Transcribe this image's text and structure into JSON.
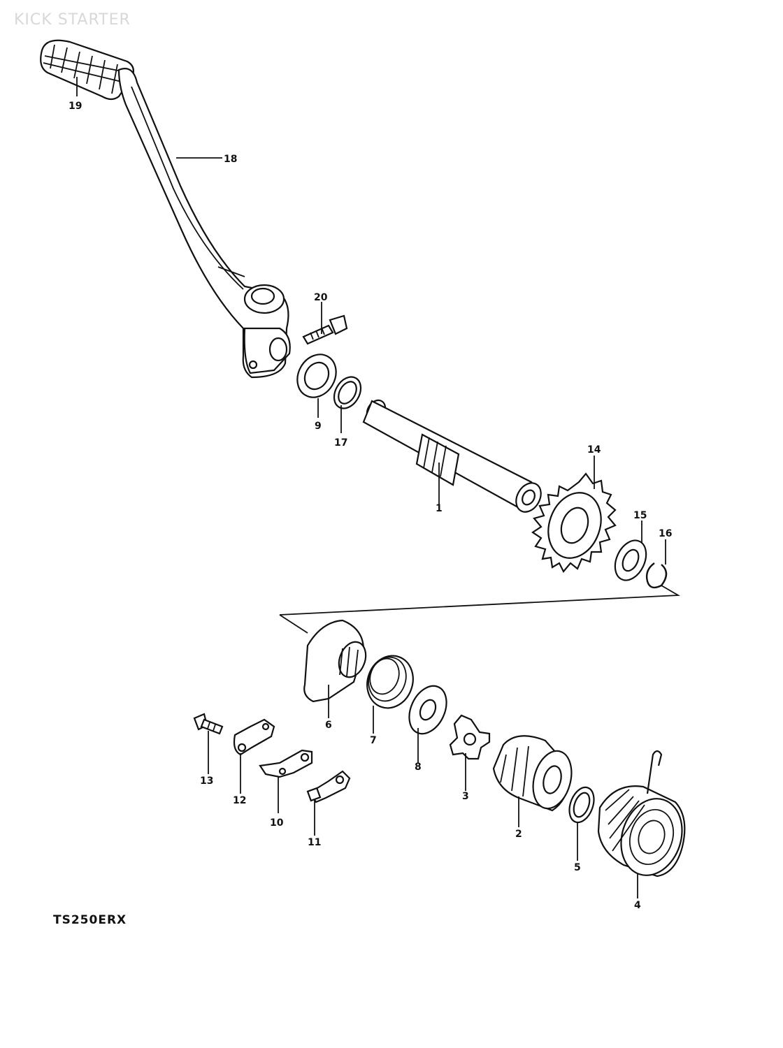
{
  "header": {
    "watermark": "KICK STARTER"
  },
  "footer": {
    "model_code": "TS250ERX"
  },
  "parts": [
    {
      "id": "19",
      "label": "19"
    },
    {
      "id": "18",
      "label": "18"
    },
    {
      "id": "20",
      "label": "20"
    },
    {
      "id": "9",
      "label": "9"
    },
    {
      "id": "17",
      "label": "17"
    },
    {
      "id": "1",
      "label": "1"
    },
    {
      "id": "14",
      "label": "14"
    },
    {
      "id": "15",
      "label": "15"
    },
    {
      "id": "16",
      "label": "16"
    },
    {
      "id": "6",
      "label": "6"
    },
    {
      "id": "7",
      "label": "7"
    },
    {
      "id": "8",
      "label": "8"
    },
    {
      "id": "3",
      "label": "3"
    },
    {
      "id": "2",
      "label": "2"
    },
    {
      "id": "5",
      "label": "5"
    },
    {
      "id": "4",
      "label": "4"
    },
    {
      "id": "13",
      "label": "13"
    },
    {
      "id": "12",
      "label": "12"
    },
    {
      "id": "10",
      "label": "10"
    },
    {
      "id": "11",
      "label": "11"
    }
  ]
}
